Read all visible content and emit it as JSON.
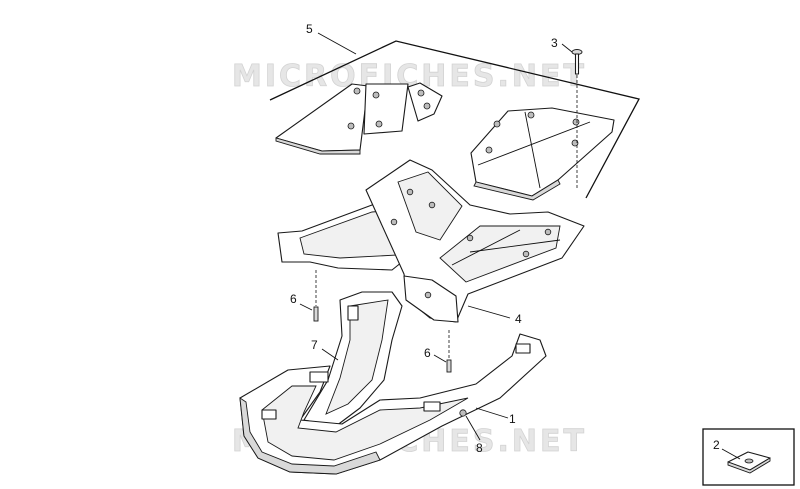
{
  "watermark": {
    "top_text": "MICROFICHES.NET",
    "bottom_text": "MICROFICHES.NET"
  },
  "callouts": [
    {
      "id": "1",
      "label": "1"
    },
    {
      "id": "2",
      "label": "2"
    },
    {
      "id": "3",
      "label": "3"
    },
    {
      "id": "4",
      "label": "4"
    },
    {
      "id": "5",
      "label": "5"
    },
    {
      "id": "6a",
      "label": "6"
    },
    {
      "id": "6b",
      "label": "6"
    },
    {
      "id": "7",
      "label": "7"
    },
    {
      "id": "8",
      "label": "8"
    }
  ]
}
